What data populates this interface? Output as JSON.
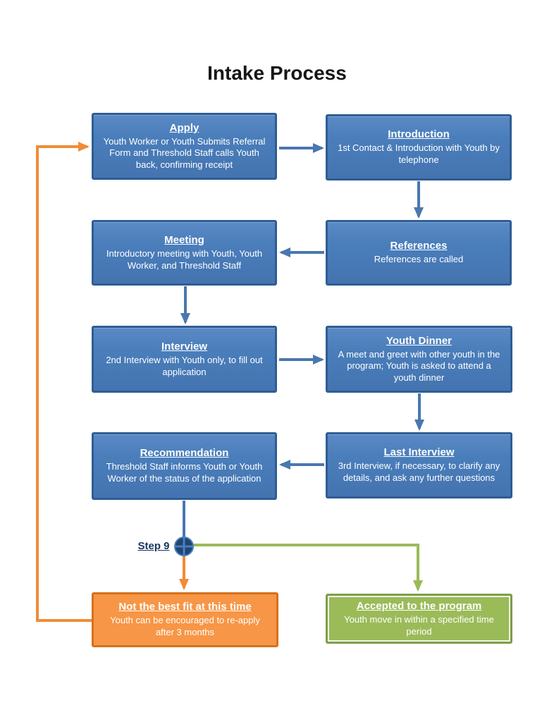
{
  "page": {
    "title": "Intake Process"
  },
  "nodes": {
    "apply": {
      "title": "Apply",
      "body": "Youth Worker or Youth Submits Referral Form and Threshold Staff calls Youth back, confirming receipt"
    },
    "introduction": {
      "title": "Introduction",
      "body": "1st Contact & Introduction with Youth by telephone"
    },
    "meeting": {
      "title": "Meeting",
      "body": "Introductory meeting with Youth, Youth Worker, and Threshold Staff"
    },
    "references": {
      "title": "References",
      "body": "References are called"
    },
    "interview": {
      "title": "Interview",
      "body": "2nd Interview with Youth only, to fill out application"
    },
    "youth_dinner": {
      "title": "Youth Dinner",
      "body": "A meet and greet with other youth in the program; Youth is asked to attend a youth dinner"
    },
    "recommendation": {
      "title": "Recommendation",
      "body": "Threshold Staff informs Youth or Youth Worker of the status of the application"
    },
    "last_interview": {
      "title": "Last Interview",
      "body": "3rd Interview, if necessary, to clarify any details, and ask any further questions"
    },
    "not_fit": {
      "title": "Not the best fit at this time",
      "body": "Youth can be encouraged to re-apply after 3 months"
    },
    "accepted": {
      "title": "Accepted to the program",
      "body": "Youth move in within a specified time period"
    }
  },
  "step_label": "Step 9",
  "flow": [
    {
      "from": "apply",
      "to": "introduction",
      "color": "blue"
    },
    {
      "from": "introduction",
      "to": "references",
      "color": "blue"
    },
    {
      "from": "references",
      "to": "meeting",
      "color": "blue"
    },
    {
      "from": "meeting",
      "to": "interview",
      "color": "blue"
    },
    {
      "from": "interview",
      "to": "youth_dinner",
      "color": "blue"
    },
    {
      "from": "youth_dinner",
      "to": "last_interview",
      "color": "blue"
    },
    {
      "from": "last_interview",
      "to": "recommendation",
      "color": "blue"
    },
    {
      "from": "recommendation",
      "to": "step9_junction",
      "color": "blue"
    },
    {
      "from": "step9_junction",
      "to": "not_fit",
      "color": "orange"
    },
    {
      "from": "step9_junction",
      "to": "accepted",
      "color": "green"
    },
    {
      "from": "not_fit",
      "to": "apply",
      "color": "orange"
    }
  ],
  "colors": {
    "node_blue_fill": "#4a7ebb",
    "node_blue_border": "#2e5d94",
    "orange_fill": "#f79646",
    "orange_border": "#d5711c",
    "green_fill": "#9bbb59",
    "green_border": "#7e9e47",
    "connector_blue": "#4a77b0",
    "connector_orange": "#f08c36",
    "connector_green": "#9bbb59",
    "junction_fill": "#1f4474",
    "step_label_color": "#17365d",
    "title_color": "#161616"
  }
}
